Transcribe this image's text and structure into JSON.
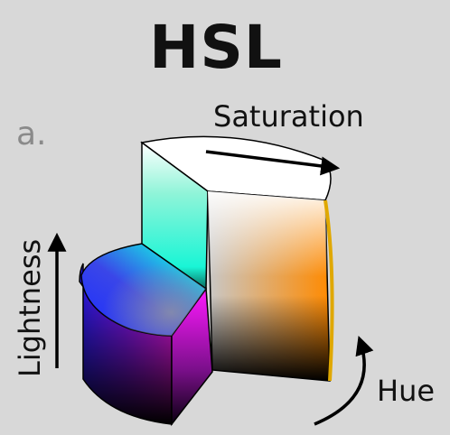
{
  "figure": {
    "title": "HSL",
    "panel_letter": "a.",
    "labels": {
      "saturation": "Saturation",
      "lightness": "Lightness",
      "hue": "Hue"
    }
  },
  "colors": {
    "background": "#d8d8d8",
    "accent_cyan": "#19f5d6",
    "accent_blue": "#1a2cff",
    "accent_magenta": "#ff19ff",
    "accent_orange": "#ff8a00",
    "outline": "#000000"
  }
}
